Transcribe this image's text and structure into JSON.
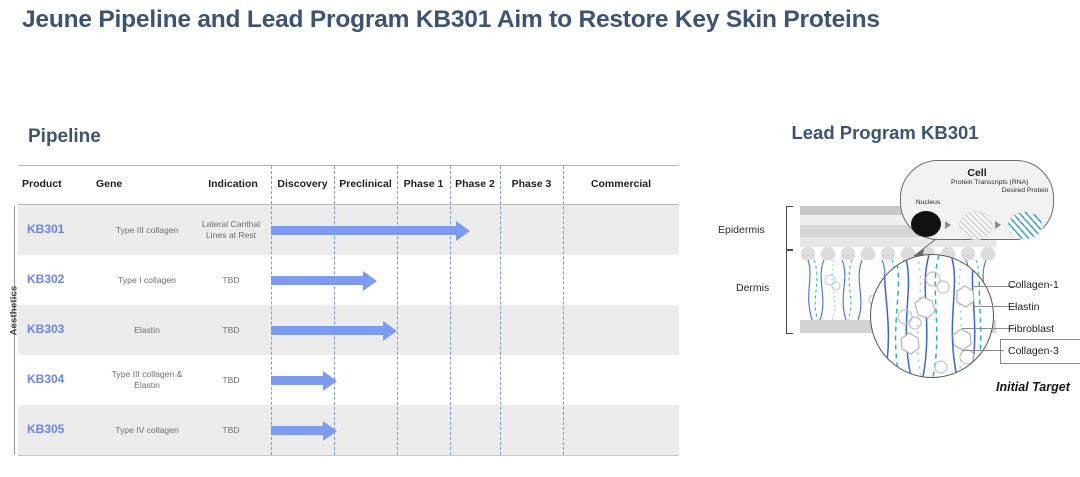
{
  "slide": {
    "title": "Jeune Pipeline and Lead Program KB301 Aim to Restore Key Skin Proteins",
    "title_color": "#3e5372"
  },
  "pipeline": {
    "heading": "Pipeline",
    "group_label": "Aesthetics",
    "accent_color": "#7e9bf0",
    "product_color": "#6b84e8",
    "columns": [
      {
        "key": "product",
        "label": "Product"
      },
      {
        "key": "gene",
        "label": "Gene"
      },
      {
        "key": "indication",
        "label": "Indication"
      },
      {
        "key": "discovery",
        "label": "Discovery"
      },
      {
        "key": "preclinical",
        "label": "Preclinical"
      },
      {
        "key": "phase1",
        "label": "Phase 1"
      },
      {
        "key": "phase2",
        "label": "Phase 2"
      },
      {
        "key": "phase3",
        "label": "Phase 3"
      },
      {
        "key": "commercial",
        "label": "Commercial"
      }
    ],
    "rows": [
      {
        "product": "KB301",
        "gene": "Type III collagen",
        "indication": "Lateral Canthal Lines at Rest",
        "progress_stage": "Phase 1"
      },
      {
        "product": "KB302",
        "gene": "Type I collagen",
        "indication": "TBD",
        "progress_stage": "Preclinical"
      },
      {
        "product": "KB303",
        "gene": "Elastin",
        "indication": "TBD",
        "progress_stage": "Preclinical"
      },
      {
        "product": "KB304",
        "gene": "Type III collagen & Elastin",
        "indication": "TBD",
        "progress_stage": "Discovery"
      },
      {
        "product": "KB305",
        "gene": "Type IV collagen",
        "indication": "TBD",
        "progress_stage": "Discovery"
      }
    ]
  },
  "lead_program": {
    "heading": "Lead Program KB301",
    "skin_layers": [
      {
        "label": "Epidermis"
      },
      {
        "label": "Dermis"
      }
    ],
    "cell": {
      "title": "Cell",
      "nucleus_label": "Nucleus",
      "rna_label": "Protein Transcripts (RNA)",
      "protein_label": "Desired Protein"
    },
    "callouts": [
      {
        "label": "Collagen-1",
        "highlighted": false
      },
      {
        "label": "Elastin",
        "highlighted": false
      },
      {
        "label": "Fibroblast",
        "highlighted": false
      },
      {
        "label": "Collagen-3",
        "highlighted": true
      }
    ],
    "target_note": "Initial Target"
  }
}
